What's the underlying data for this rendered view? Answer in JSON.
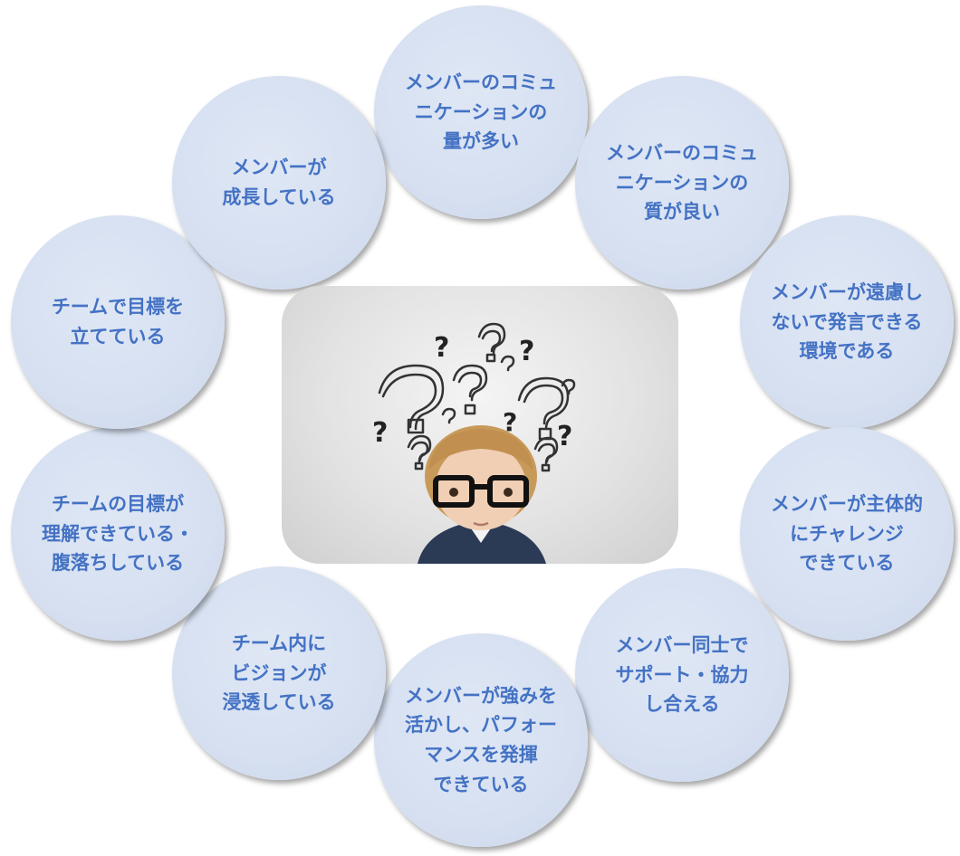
{
  "circles": [
    {
      "id": "top",
      "text": "メンバーのコミュ\nニケーションの\n量が多い"
    },
    {
      "id": "top-right",
      "text": "メンバーのコミュ\nニケーションの\n質が良い"
    },
    {
      "id": "right-upper",
      "text": "メンバーが遠慮し\nないで発言できる\n環境である"
    },
    {
      "id": "right-lower",
      "text": "メンバーが主体的\nにチャレンジ\nできている"
    },
    {
      "id": "bottom-right",
      "text": "メンバー同士で\nサポート・協力\nし合える"
    },
    {
      "id": "bottom",
      "text": "メンバーが強みを\n活かし、パフォー\nマンスを発揮\nできている"
    },
    {
      "id": "bottom-left",
      "text": "チーム内に\nビジョンが\n浸透している"
    },
    {
      "id": "left-lower",
      "text": "チームの目標が\n理解できている・\n腹落ちしている"
    },
    {
      "id": "left-upper",
      "text": "チームで目標を\n立てている"
    },
    {
      "id": "top-left",
      "text": "メンバーが\n成長している"
    }
  ],
  "photo": {
    "icon": "child-with-question-marks-illustration",
    "question_mark": "?"
  },
  "colors": {
    "circle_fill": "#d6e0f1",
    "circle_text": "#4472c4"
  }
}
